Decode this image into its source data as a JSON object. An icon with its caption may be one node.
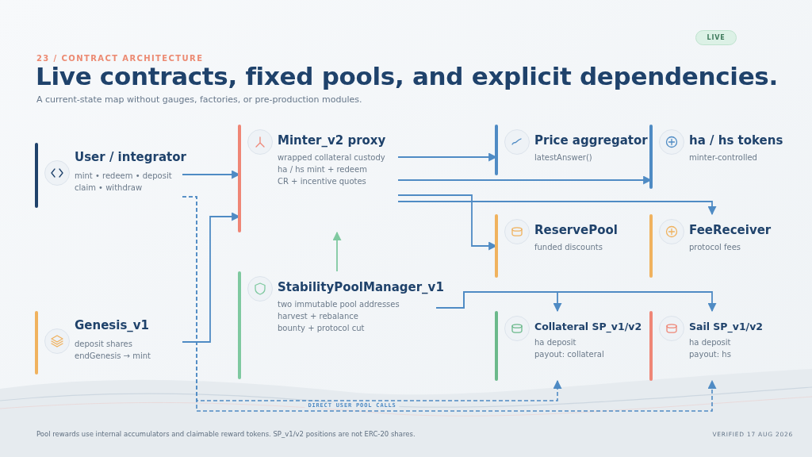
{
  "diagram": {
    "title": "Live contracts, fixed pools, and explicit dependencies.",
    "nodes": [
      {
        "text": [
          "User / integrator",
          "mint • redeem • deposit",
          "claim • withdraw"
        ]
      },
      {
        "text": [
          "Genesis_v1",
          "deposit shares",
          "endGenesis → mint"
        ]
      },
      {
        "text": [
          "Minter_v2 proxy",
          "wrapped collateral custody",
          "ha / hs mint + redeem",
          "CR + incentive quotes"
        ]
      },
      {
        "text": [
          "StabilityPoolManager_v1",
          "two immutable pool addresses",
          "harvest + rebalance",
          "bounty + protocol cut"
        ]
      },
      {
        "text": [
          "Price aggregator",
          "latestAnswer()"
        ]
      },
      {
        "text": [
          "ha / hs tokens",
          "minter-controlled"
        ]
      },
      {
        "text": [
          "ReservePool",
          "funded discounts"
        ]
      },
      {
        "text": [
          "FeeReceiver",
          "protocol fees"
        ]
      },
      {
        "text": [
          "Collateral SP_v1/v2",
          "ha deposit",
          "payout: collateral"
        ]
      },
      {
        "text": [
          "Sail SP_v1/v2",
          "ha deposit",
          "payout: hs"
        ]
      }
    ],
    "edges": [
      {
        "from": 0,
        "to": 2,
        "arrow": "to"
      },
      {
        "from": 1,
        "to": 2,
        "arrow": "to"
      },
      {
        "from": 3,
        "to": 2,
        "arrow": "to",
        "color": "#7fc9a0"
      },
      {
        "from": 2,
        "to": 4,
        "arrow": "to"
      },
      {
        "from": 2,
        "to": 5,
        "arrow": "to"
      },
      {
        "from": 2,
        "to": 6,
        "arrow": "to"
      },
      {
        "from": 2,
        "to": 7,
        "arrow": "to"
      },
      {
        "from": 3,
        "to": 8,
        "arrow": "to"
      },
      {
        "from": 3,
        "to": 9,
        "arrow": "to"
      },
      {
        "from": 0,
        "to": 8,
        "arrow": "to",
        "style": "dashed",
        "label": "DIRECT USER POOL CALLS"
      },
      {
        "from": 0,
        "to": 9,
        "arrow": "to",
        "style": "dashed"
      }
    ],
    "labels": [
      "23 / CONTRACT ARCHITECTURE",
      "LIVE",
      "A current-state map without gauges, factories, or pre-production modules.",
      "Pool rewards use internal accumulators and claimable reward tokens. SP_v1/v2 positions are not ERC-20 shares.",
      "VERIFIED 17 AUG 2026"
    ]
  }
}
